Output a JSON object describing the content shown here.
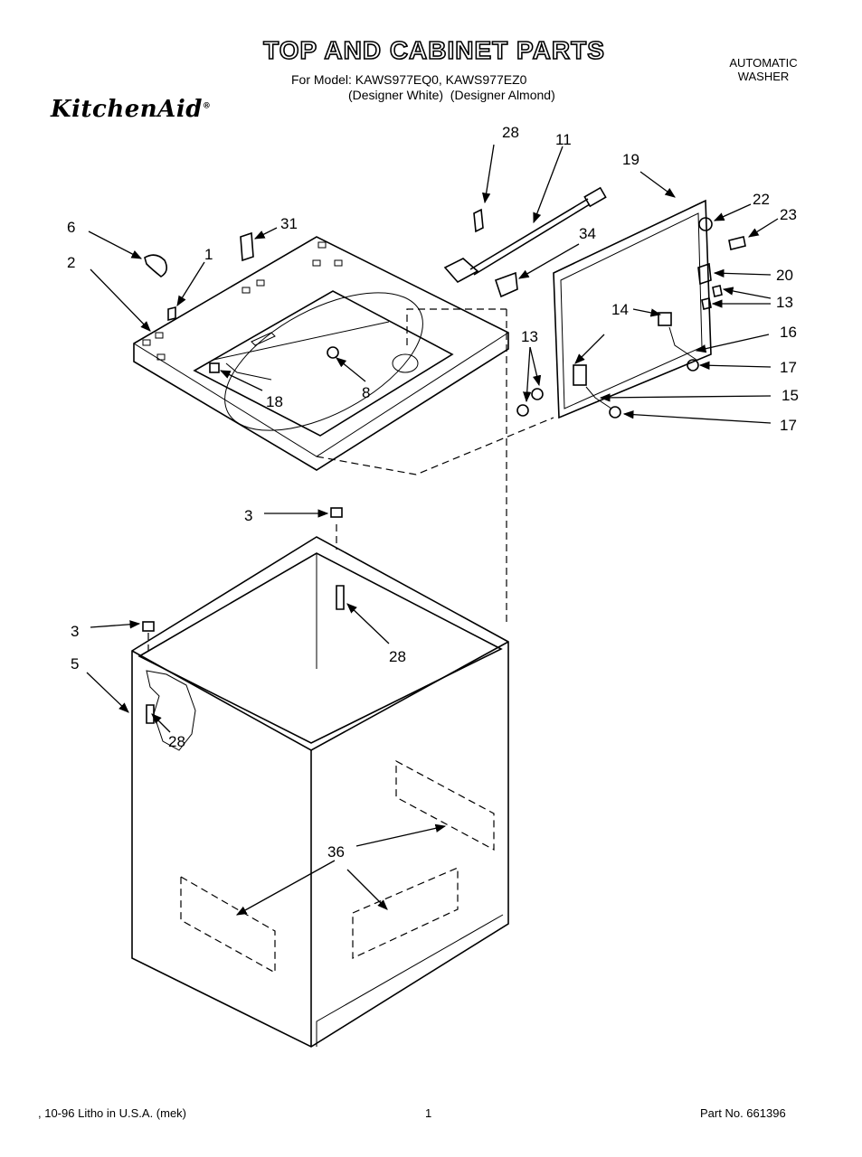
{
  "header": {
    "title": "TOP AND CABINET PARTS",
    "model_line": "For Model: KAWS977EQ0, KAWS977EZ0",
    "variant_line": "(Designer White)  (Designer Almond)",
    "product_type_line1": "AUTOMATIC",
    "product_type_line2": "WASHER",
    "brand": "KitchenAid"
  },
  "footer": {
    "print_note": ", 10-96 Litho in U.S.A. (mek)",
    "page_number": "1",
    "part_number": "Part No. 661396"
  },
  "callouts": [
    "28",
    "11",
    "19",
    "22",
    "23",
    "6",
    "31",
    "1",
    "34",
    "2",
    "20",
    "13",
    "14",
    "16",
    "17",
    "18",
    "8",
    "13",
    "15",
    "17",
    "3",
    "28",
    "3",
    "5",
    "28",
    "36"
  ]
}
